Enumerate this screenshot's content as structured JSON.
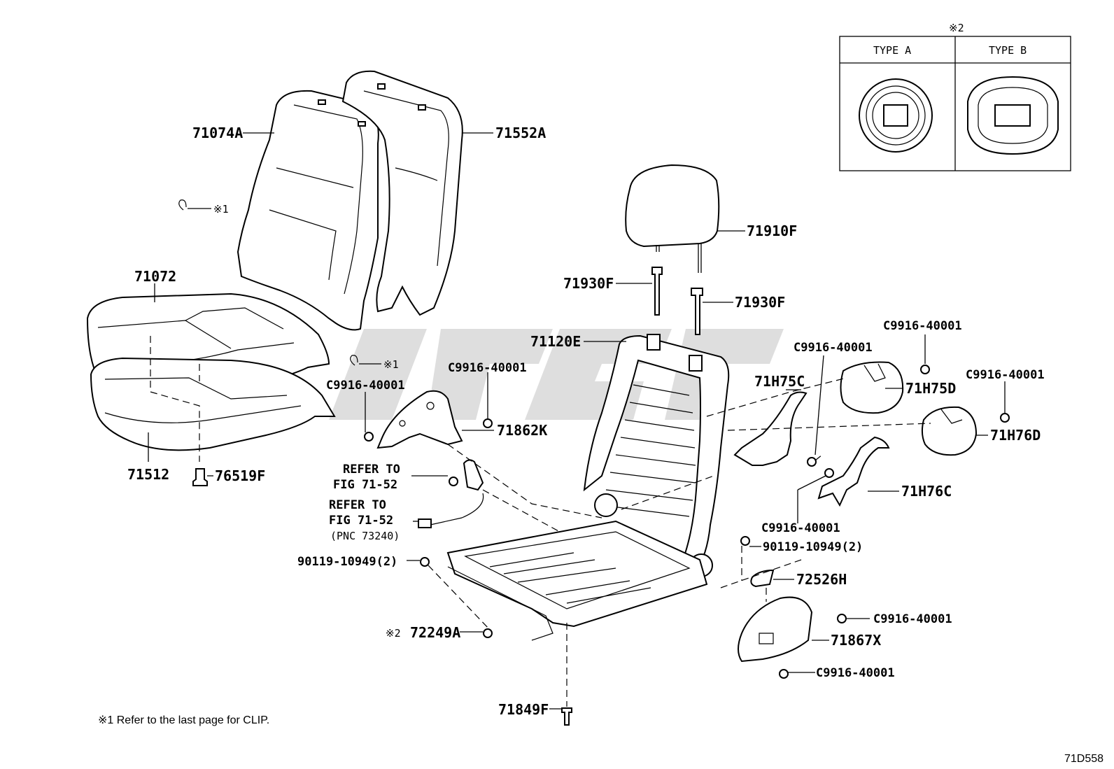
{
  "figure": {
    "code": "71D558",
    "footnote": "※1  Refer to the last page for CLIP."
  },
  "inset": {
    "mark": "※2",
    "col_a": "TYPE  A",
    "col_b": "TYPE  B"
  },
  "callouts": {
    "p71074A": "71074A",
    "p71552A": "71552A",
    "clip1_top": "※1",
    "p71072": "71072",
    "p71512": "71512",
    "p76519F": "76519F",
    "clip1_mid": "※1",
    "p71910F": "71910F",
    "p71930F_l": "71930F",
    "p71930F_r": "71930F",
    "p71120E": "71120E",
    "c9916_a": "C9916-40001",
    "c9916_b": "C9916-40001",
    "c9916_c": "C9916-40001",
    "c9916_d": "C9916-40001",
    "c9916_e": "C9916-40001",
    "c9916_f": "C9916-40001",
    "c9916_g": "C9916-40001",
    "c9916_h": "C9916-40001",
    "p71862K": "71862K",
    "p71H75C": "71H75C",
    "p71H75D": "71H75D",
    "p71H76D": "71H76D",
    "p71H76C": "71H76C",
    "refer1_a": "REFER TO",
    "refer1_b": "FIG 71-52",
    "refer2_a": "REFER TO",
    "refer2_b": "FIG 71-52",
    "refer2_c": "(PNC 73240)",
    "bolt_l": "90119-10949(2)",
    "bolt_r": "90119-10949(2)",
    "p72526H": "72526H",
    "p71867X": "71867X",
    "mark2": "※2",
    "p72249A": "72249A",
    "p71849F": "71849F"
  }
}
